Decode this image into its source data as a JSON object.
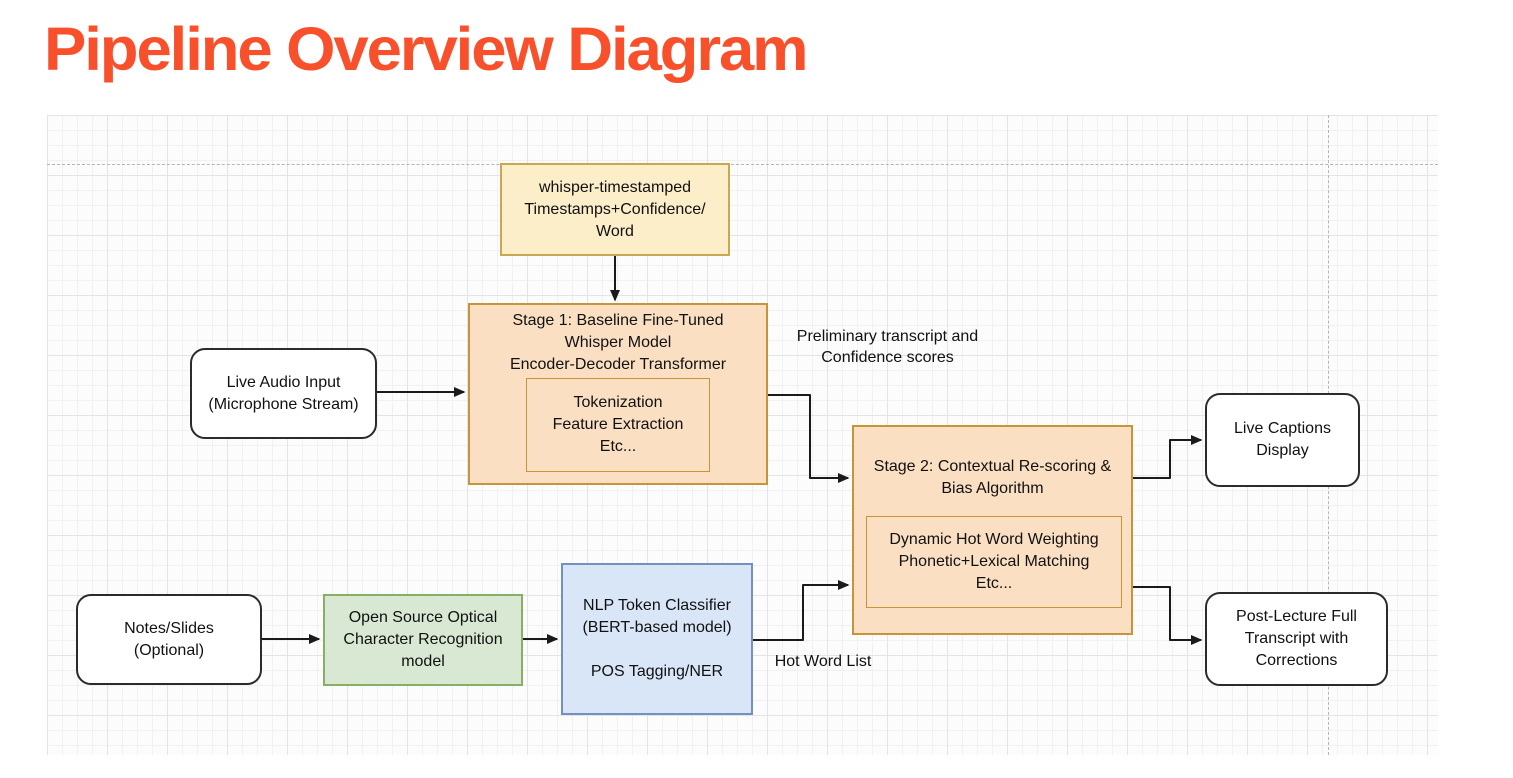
{
  "title": "Pipeline Overview Diagram",
  "colors": {
    "title": "#F9502C",
    "yellow_fill": "#FBEEC8",
    "yellow_border": "#C9A851",
    "orange_fill": "#FADFC2",
    "orange_border": "#C79539",
    "green_fill": "#D8E8D3",
    "green_border": "#84B06A",
    "blue_fill": "#D9E6F7",
    "blue_border": "#7390BE",
    "edge": "#1A1A1A"
  },
  "nodes": {
    "whisper": "whisper-timestamped\nTimestamps+Confidence/\nWord",
    "live_audio": "Live Audio Input\n(Microphone Stream)",
    "stage1_title": "Stage 1: Baseline Fine-Tuned\nWhisper Model\nEncoder-Decoder Transformer",
    "stage1_inner": "Tokenization\nFeature Extraction\nEtc...",
    "stage2_title": "Stage 2: Contextual Re-scoring &\nBias Algorithm",
    "stage2_inner": "Dynamic Hot Word Weighting\nPhonetic+Lexical Matching\nEtc...",
    "live_captions": "Live Captions\nDisplay",
    "post_lecture": "Post-Lecture Full\nTranscript with\nCorrections",
    "notes": "Notes/Slides\n(Optional)",
    "ocr": "Open Source Optical\nCharacter Recognition\nmodel",
    "nlp": "NLP Token Classifier\n(BERT-based model)\n\nPOS Tagging/NER"
  },
  "edge_labels": {
    "preliminary": "Preliminary transcript and\nConfidence scores",
    "hot_word_list": "Hot Word List"
  },
  "edges": [
    {
      "from": "whisper-timestamped",
      "to": "stage1-whisper-model"
    },
    {
      "from": "live-audio-input",
      "to": "stage1-whisper-model"
    },
    {
      "from": "stage1-whisper-model",
      "to": "stage2-rescoring",
      "label": "Preliminary transcript and Confidence scores"
    },
    {
      "from": "notes-slides",
      "to": "ocr-model"
    },
    {
      "from": "ocr-model",
      "to": "nlp-token-classifier"
    },
    {
      "from": "nlp-token-classifier",
      "to": "stage2-rescoring",
      "label": "Hot Word List"
    },
    {
      "from": "stage2-rescoring",
      "to": "live-captions-display"
    },
    {
      "from": "stage2-rescoring",
      "to": "post-lecture-transcript"
    }
  ]
}
